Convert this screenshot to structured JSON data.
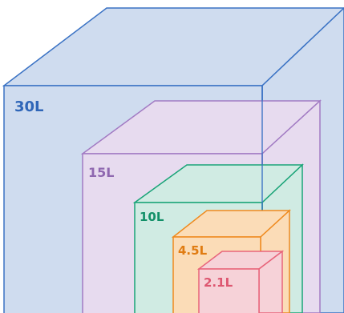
{
  "boxes": [
    {
      "id": "30l",
      "label": "30L",
      "stroke": "#3a72c4",
      "fill": "#cfdcef",
      "text_color": "#2f66b8"
    },
    {
      "id": "15l",
      "label": "15L",
      "stroke": "#a27bc3",
      "fill": "#e7dbef",
      "text_color": "#8f68b0"
    },
    {
      "id": "10l",
      "label": "10L",
      "stroke": "#1aa478",
      "fill": "#d0ebe3",
      "text_color": "#129068"
    },
    {
      "id": "4-5l",
      "label": "4.5L",
      "stroke": "#ef8a1e",
      "fill": "#fbdcb7",
      "text_color": "#e07c12"
    },
    {
      "id": "2-1l",
      "label": "2.1L",
      "stroke": "#e8647a",
      "fill": "#f6d2d8",
      "text_color": "#dd5670"
    }
  ]
}
